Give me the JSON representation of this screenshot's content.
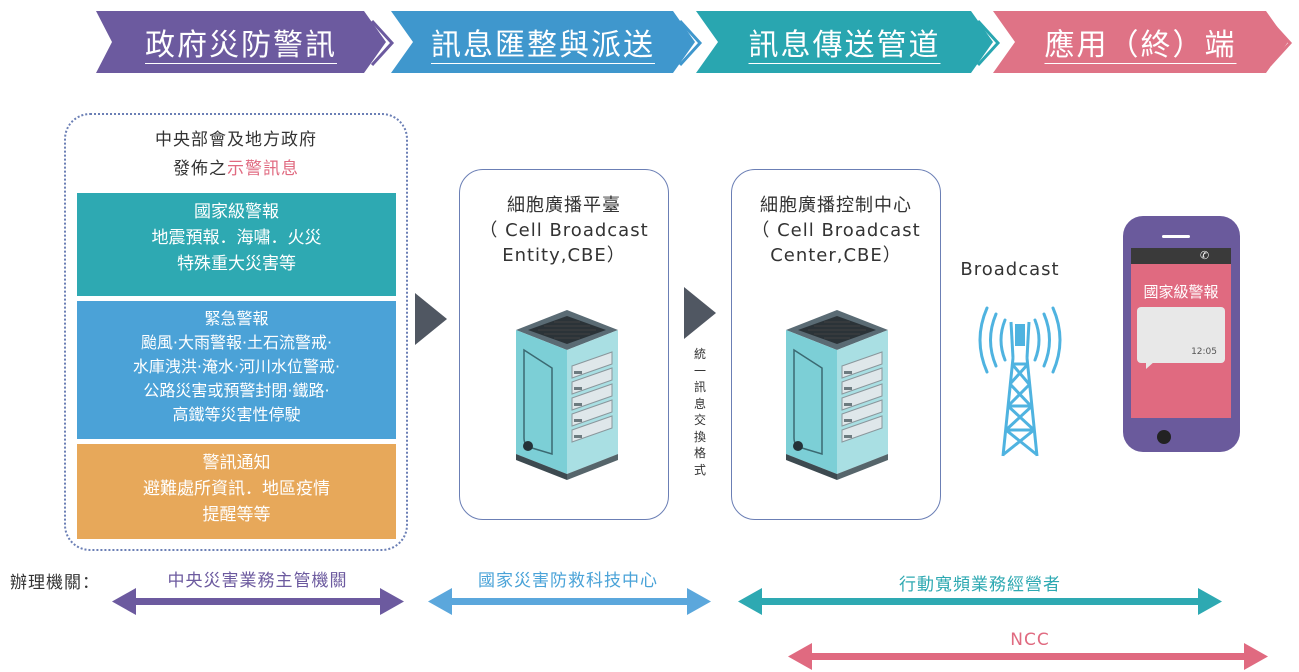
{
  "banner": [
    {
      "label": "政府災防警訊",
      "color": "#6c5a9f"
    },
    {
      "label": "訊息匯整與派送",
      "color": "#3f97cd"
    },
    {
      "label": "訊息傳送管道",
      "color": "#29a6b0"
    },
    {
      "label": "應用（終）端",
      "color": "#df7386"
    }
  ],
  "issuer": {
    "line1": "中央部會及地方政府",
    "line2_prefix": "發佈之",
    "line2_highlight": "示警訊息"
  },
  "levels": [
    {
      "title": "國家級警報",
      "lines": [
        "地震預報．海嘯．火災",
        "特殊重大災害等"
      ],
      "color": "#2ea9b2"
    },
    {
      "title": "緊急警報",
      "lines": [
        "颱風·大雨警報·土石流警戒·",
        "水庫洩洪·淹水·河川水位警戒·",
        "公路災害或預警封閉·鐵路·",
        "高鐵等災害性停駛"
      ],
      "color": "#4ba2d7"
    },
    {
      "title": "警訊通知",
      "lines": [
        "避難處所資訊．地區疫情",
        "提醒等等"
      ],
      "color": "#e7a85a"
    }
  ],
  "cbe": {
    "line1": "細胞廣播平臺",
    "line2": "（ Cell Broadcast",
    "line3": "Entity,CBE）"
  },
  "cbc": {
    "line1": "細胞廣播控制中心",
    "line2": "（ Cell Broadcast",
    "line3": "Center,CBE）"
  },
  "exchange_format": [
    "統",
    "一",
    "訊",
    "息",
    "交",
    "換",
    "格",
    "式"
  ],
  "broadcast_label": "Broadcast",
  "phone": {
    "alert_title": "國家級警報",
    "time": "12:05"
  },
  "agencies": {
    "label": "辦理機關：",
    "central": {
      "name": "中央災害業務主管機關",
      "color": "#6c5a9f"
    },
    "ncdr": {
      "name": "國家災害防救科技中心",
      "color": "#5ba7dc"
    },
    "operators": {
      "name": "行動寬頻業務經營者",
      "color": "#2ea9b2"
    },
    "ncc": {
      "name": "NCC",
      "color": "#e06a80"
    }
  }
}
